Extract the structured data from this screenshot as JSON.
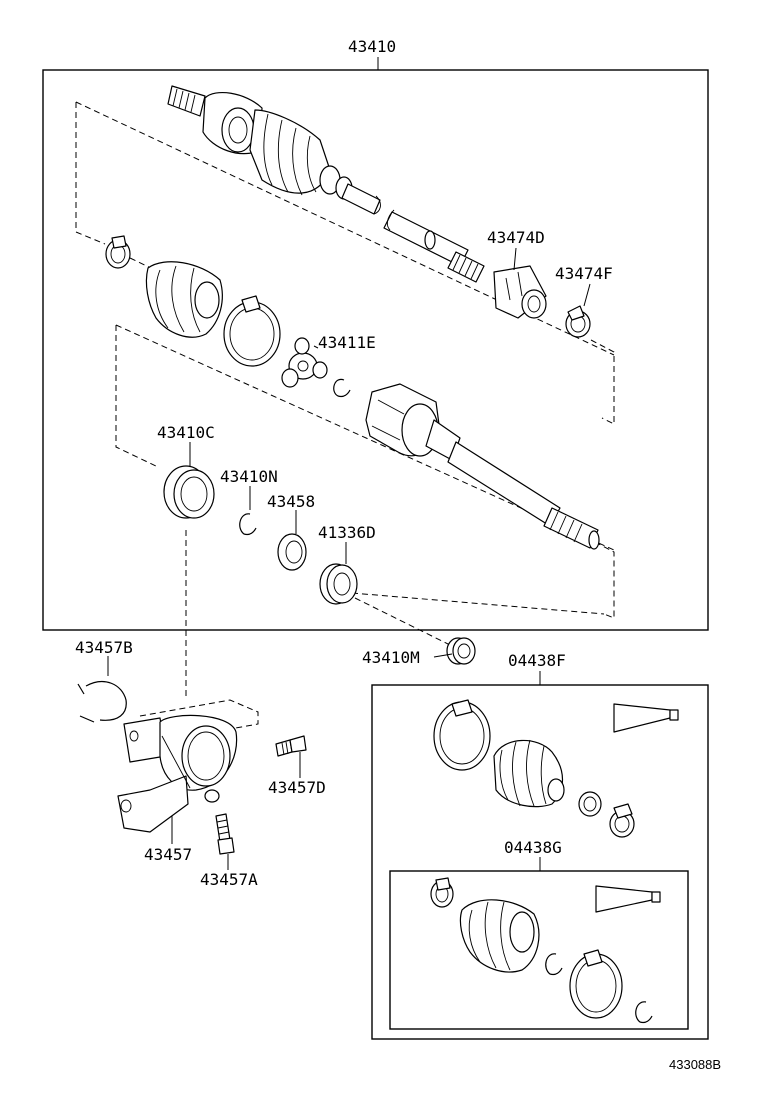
{
  "labels": {
    "assembly": "43410",
    "dust_cover": "43474D",
    "clamp_f": "43474F",
    "tripod": "43411E",
    "bearing_c": "43410C",
    "snap_ring_n": "43410N",
    "seal_43458": "43458",
    "seal_41336d": "41336D",
    "bearing_m": "43410M",
    "bracket_ring_b": "43457B",
    "bolt_d": "43457D",
    "bracket": "43457",
    "bolt_a": "43457A",
    "boot_kit_f": "04438F",
    "boot_kit_g": "04438G"
  },
  "figure_number": "433088B"
}
